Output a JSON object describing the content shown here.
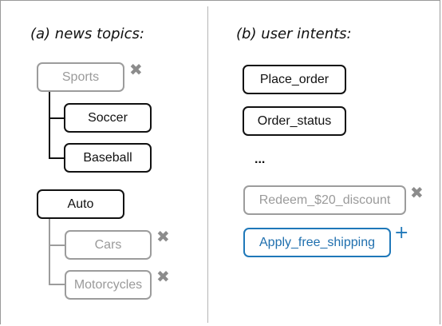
{
  "left_panel": {
    "heading": "(a) news topics:",
    "nodes": {
      "sports": "Sports",
      "soccer": "Soccer",
      "baseball": "Baseball",
      "auto": "Auto",
      "cars": "Cars",
      "motorcycles": "Motorcycles"
    }
  },
  "right_panel": {
    "heading": "(b) user intents:",
    "nodes": {
      "place_order": "Place_order",
      "order_status": "Order_status",
      "ellipsis": "...",
      "redeem": "Redeem_$20_discount",
      "apply_shipping": "Apply_free_shipping"
    }
  },
  "marks": {
    "remove": "✖",
    "add": "+"
  },
  "colors": {
    "active": "#111111",
    "removed": "#9c9c9c",
    "added": "#1f78b9"
  }
}
